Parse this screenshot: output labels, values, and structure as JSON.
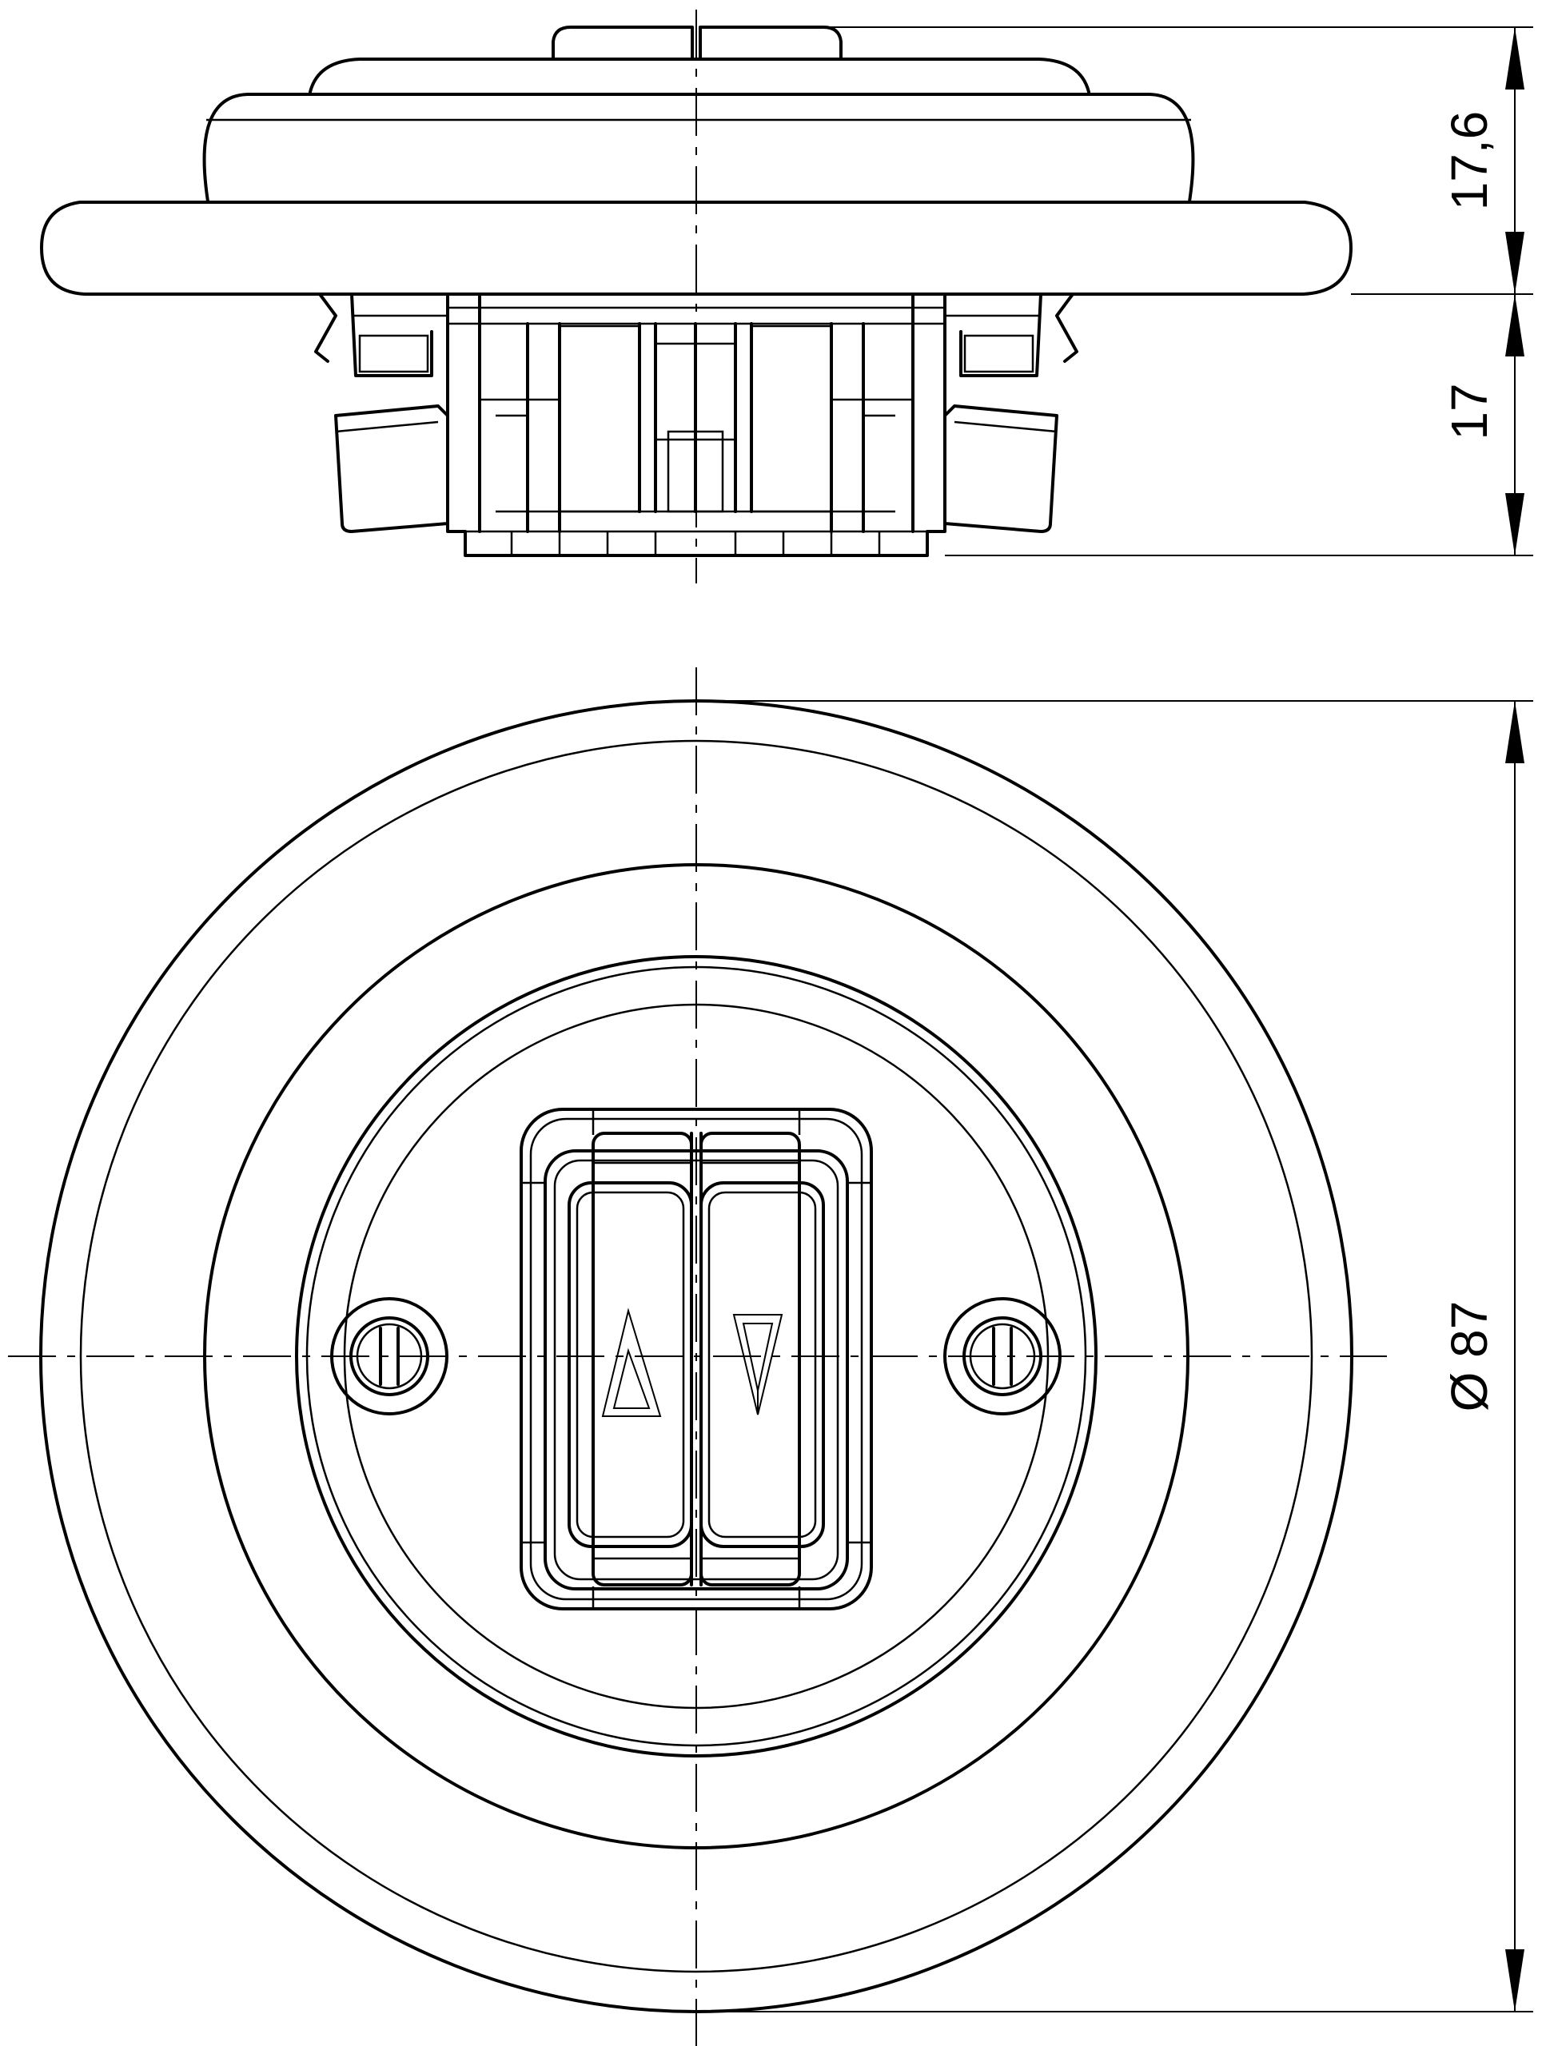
{
  "dimensions": {
    "cover_height": "17,6",
    "insert_depth": "17",
    "diameter": "Ø 87"
  },
  "colors": {
    "line": "#000000",
    "background": "#ffffff"
  },
  "icons": {
    "up_arrow": "arrow-up-outline-icon",
    "down_arrow": "arrow-down-outline-icon"
  }
}
